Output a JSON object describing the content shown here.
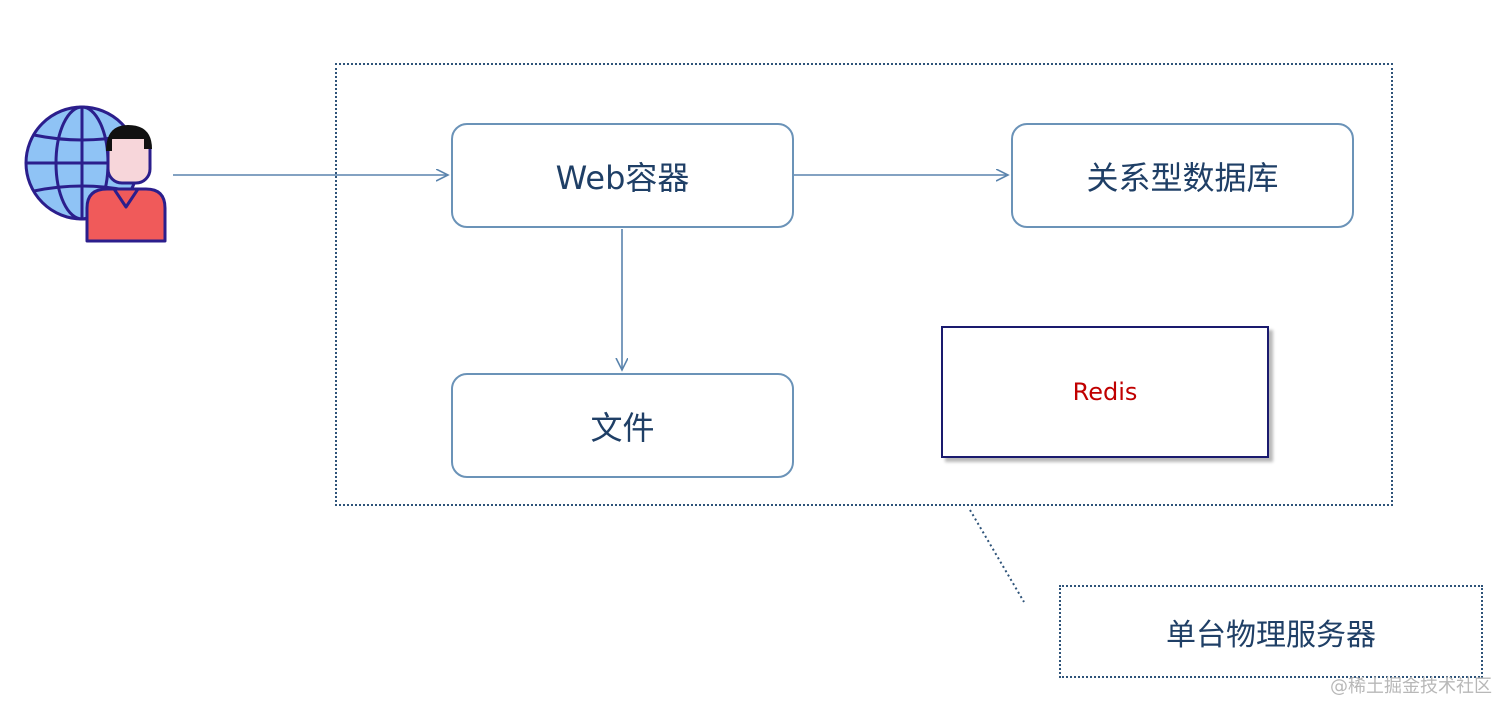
{
  "diagram": {
    "nodes": {
      "web_container": "Web容器",
      "relational_db": "关系型数据库",
      "file": "文件",
      "redis": "Redis"
    },
    "server_label": "单台物理服务器",
    "user_icon": "user-globe-icon"
  },
  "watermark": "@稀土掘金技术社区",
  "colors": {
    "node_border": "#6b93b8",
    "node_text": "#1f3f66",
    "redis_border": "#1a1a6e",
    "redis_text": "#c00000",
    "arrow": "#5a84ad",
    "dotted_border": "#2e5379",
    "globe_fill": "#8fc3f5",
    "globe_stroke": "#2b1e8c",
    "shirt": "#f05a5a",
    "hair": "#111111",
    "skin": "#f7d6da"
  }
}
